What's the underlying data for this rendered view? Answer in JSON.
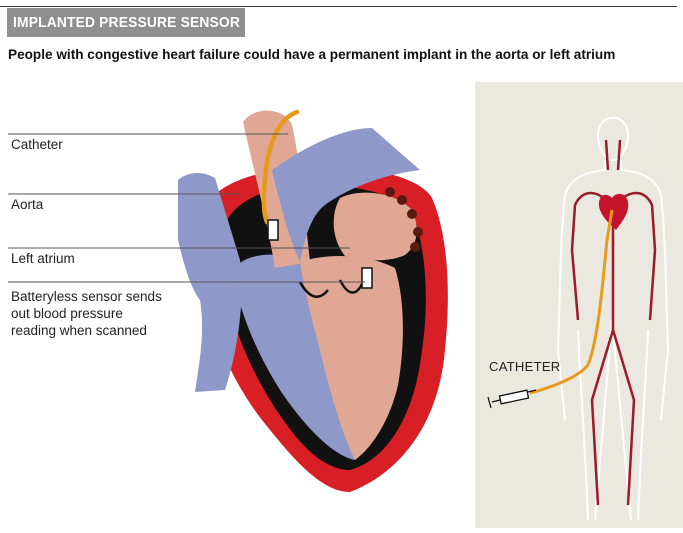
{
  "header": {
    "title": "IMPLANTED PRESSURE SENSOR",
    "subtitle": "People with congestive heart failure could have a permanent implant in the aorta or left atrium"
  },
  "heart_labels": {
    "catheter": "Catheter",
    "aorta": "Aorta",
    "left_atrium": "Left atrium",
    "sensor_lines": [
      "Batteryless sensor sends",
      "out blood pressure",
      "reading when scanned"
    ]
  },
  "body_panel": {
    "catheter_label": "CATHETER"
  },
  "colors": {
    "title_bar": "#8f8f8f",
    "heart_wall_red": "#d91f26",
    "heart_black": "#111111",
    "heart_flesh": "#e0a794",
    "vessel_blue": "#8e98c9",
    "catheter_orange": "#e89a1c",
    "panel_bg": "#ebe8df",
    "artery_red": "#9b1b2a"
  }
}
